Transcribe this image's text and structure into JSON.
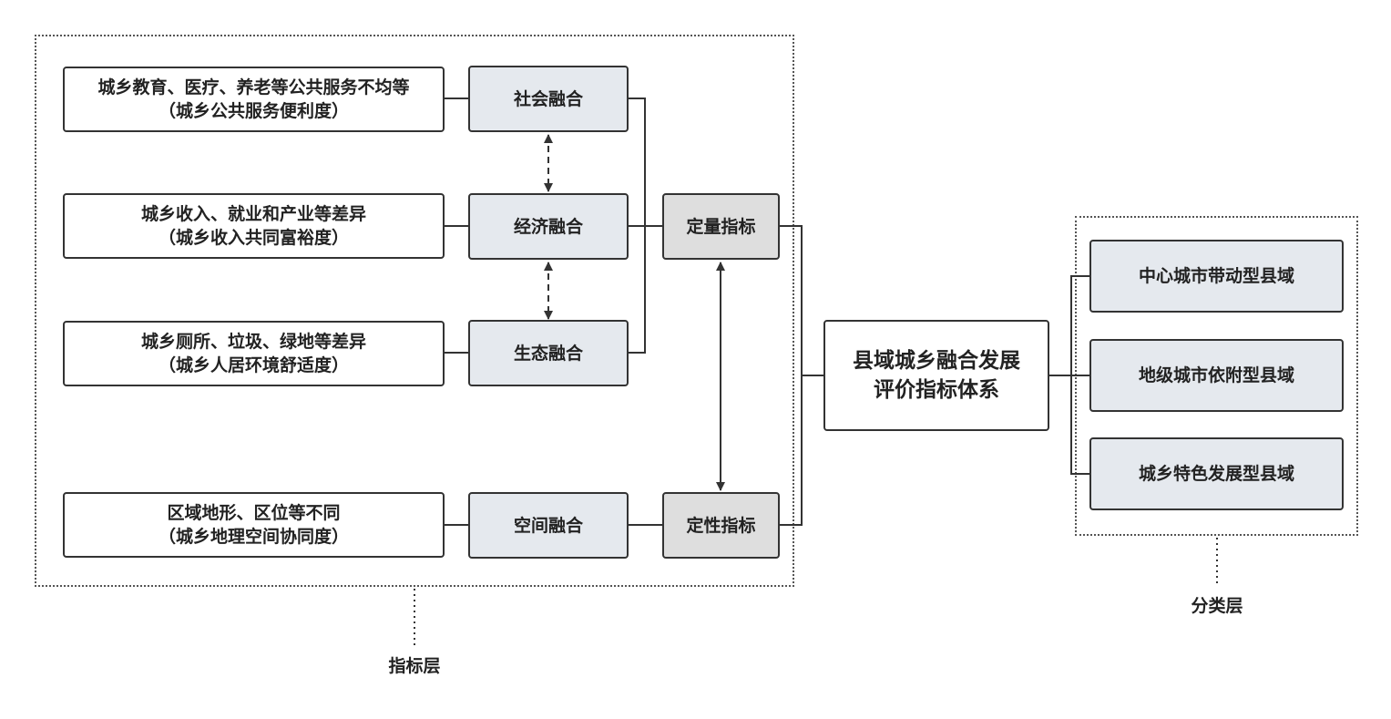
{
  "indicator_layer": {
    "label": "指标层",
    "descriptions": [
      {
        "line1": "城乡教育、医疗、养老等公共服务不均等",
        "line2": "（城乡公共服务便利度）"
      },
      {
        "line1": "城乡收入、就业和产业等差异",
        "line2": "（城乡收入共同富裕度）"
      },
      {
        "line1": "城乡厕所、垃圾、绿地等差异",
        "line2": "（城乡人居环境舒适度）"
      },
      {
        "line1": "区域地形、区位等不同",
        "line2": "（城乡地理空间协同度）"
      }
    ],
    "dimensions": [
      "社会融合",
      "经济融合",
      "生态融合",
      "空间融合"
    ],
    "indicator_types": [
      "定量指标",
      "定性指标"
    ]
  },
  "center": {
    "line1": "县域城乡融合发展",
    "line2": "评价指标体系"
  },
  "classification_layer": {
    "label": "分类层",
    "types": [
      "中心城市带动型县域",
      "地级城市依附型县域",
      "城乡特色发展型县域"
    ]
  }
}
